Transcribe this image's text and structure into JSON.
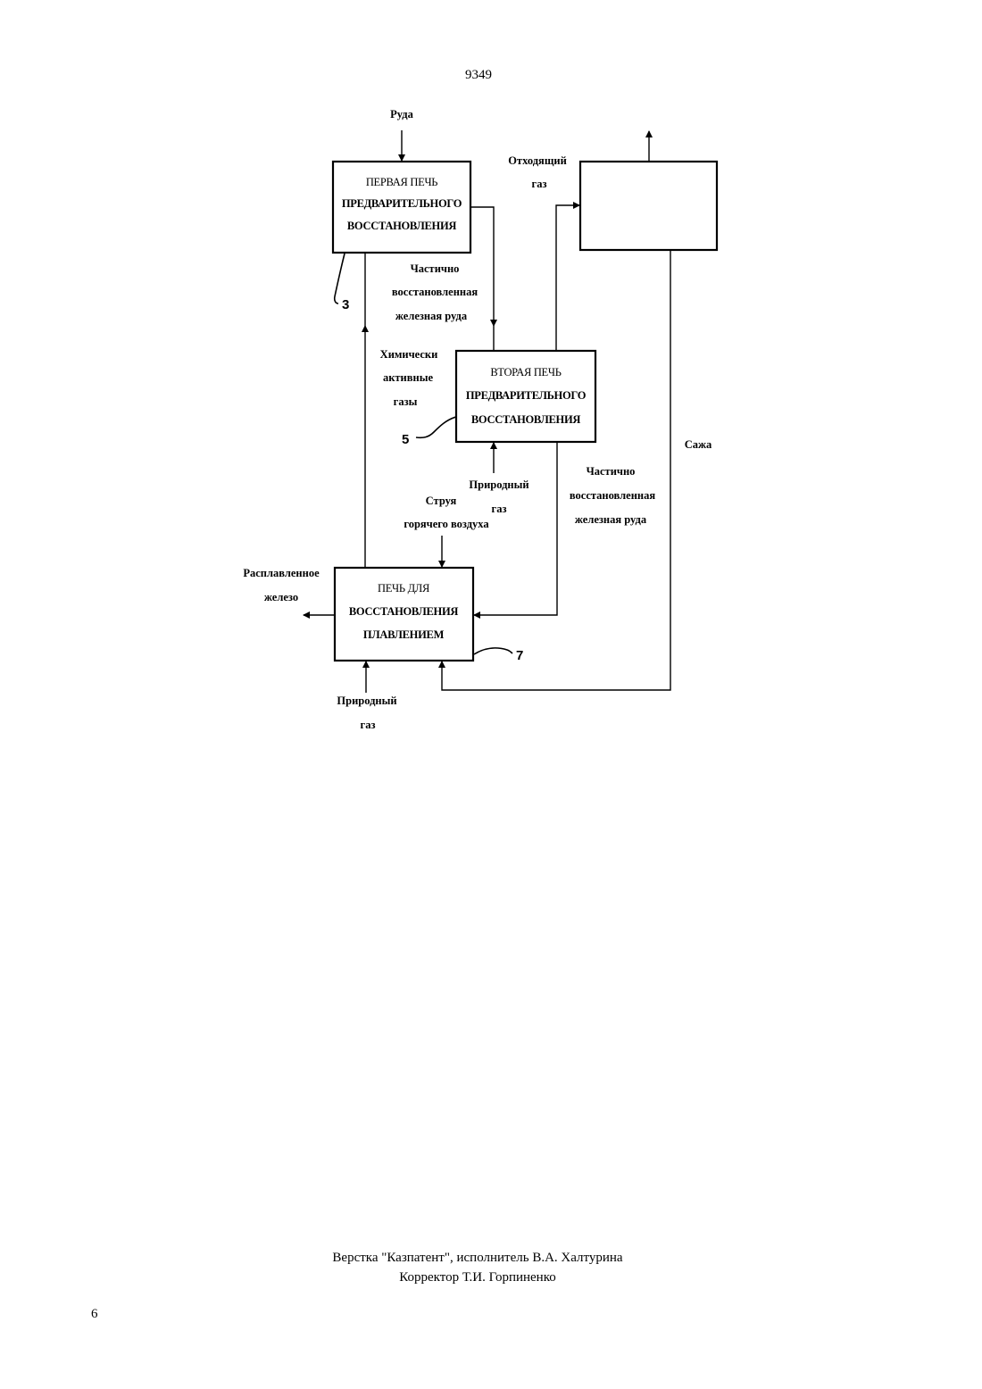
{
  "header": {
    "page_code": "9349"
  },
  "diagram": {
    "boxes": {
      "first_furnace": [
        "ПЕРВАЯ ПЕЧЬ",
        "ПРЕДВАРИТЕЛЬНОГО",
        "ВОССТАНОВЛЕНИЯ"
      ],
      "second_furnace": [
        "ВТОРАЯ ПЕЧЬ",
        "ПРЕДВАРИТЕЛЬНОГО",
        "ВОССТАНОВЛЕНИЯ"
      ],
      "smelting_furnace": [
        "ПЕЧЬ ДЛЯ",
        "ВОССТАНОВЛЕНИЯ",
        "ПЛАВЛЕНИЕМ"
      ]
    },
    "labels": {
      "ore": "Руда",
      "off_gas": [
        "Отходящий",
        "газ"
      ],
      "partially_reduced_1": [
        "Частично",
        "восстановленная",
        "железная руда"
      ],
      "reactive_gases": [
        "Химически",
        "активные",
        "газы"
      ],
      "natural_gas_upper": [
        "Природный",
        "газ"
      ],
      "hot_air_blast": [
        "Струя",
        "горячего воздуха"
      ],
      "partially_reduced_2": [
        "Частично",
        "восстановленная",
        "железная руда"
      ],
      "soot": "Сажа",
      "molten_iron": [
        "Расплавленное",
        "железо"
      ],
      "natural_gas_lower": [
        "Природный",
        "газ"
      ]
    },
    "callouts": {
      "first": "3",
      "second": "5",
      "third": "7"
    }
  },
  "footer": {
    "line1": "Верстка \"Казпатент\", исполнитель В.А. Халтурина",
    "line2": "Корректор Т.И. Горпиненко"
  },
  "page_number": "6"
}
